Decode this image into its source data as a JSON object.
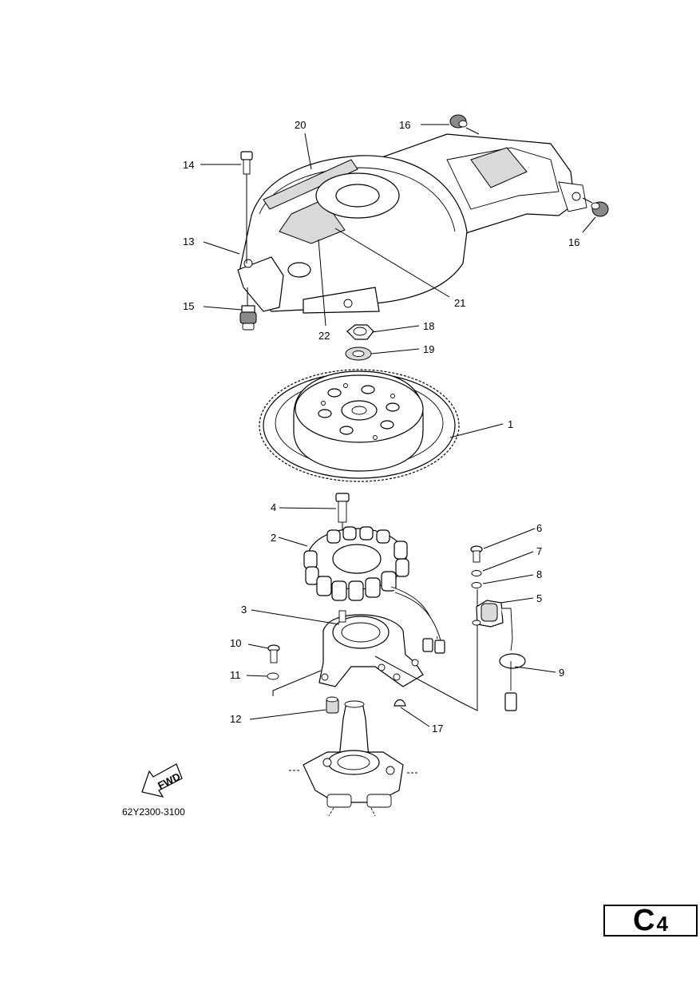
{
  "diagram": {
    "ref_code": "62Y2300-3100",
    "fwd_label": "FWD",
    "parts": [
      {
        "key": "p1",
        "label": "1"
      },
      {
        "key": "p2",
        "label": "2"
      },
      {
        "key": "p3",
        "label": "3"
      },
      {
        "key": "p4",
        "label": "4"
      },
      {
        "key": "p5",
        "label": "5"
      },
      {
        "key": "p6",
        "label": "6"
      },
      {
        "key": "p7",
        "label": "7"
      },
      {
        "key": "p8",
        "label": "8"
      },
      {
        "key": "p9",
        "label": "9"
      },
      {
        "key": "p10",
        "label": "10"
      },
      {
        "key": "p11",
        "label": "11"
      },
      {
        "key": "p12",
        "label": "12"
      },
      {
        "key": "p13",
        "label": "13"
      },
      {
        "key": "p14",
        "label": "14"
      },
      {
        "key": "p15",
        "label": "15"
      },
      {
        "key": "p16a",
        "label": "16"
      },
      {
        "key": "p16b",
        "label": "16"
      },
      {
        "key": "p17",
        "label": "17"
      },
      {
        "key": "p18",
        "label": "18"
      },
      {
        "key": "p19",
        "label": "19"
      },
      {
        "key": "p20",
        "label": "20"
      },
      {
        "key": "p21",
        "label": "21"
      },
      {
        "key": "p22",
        "label": "22"
      }
    ]
  },
  "page_code": {
    "letter": "C",
    "number": "4"
  }
}
